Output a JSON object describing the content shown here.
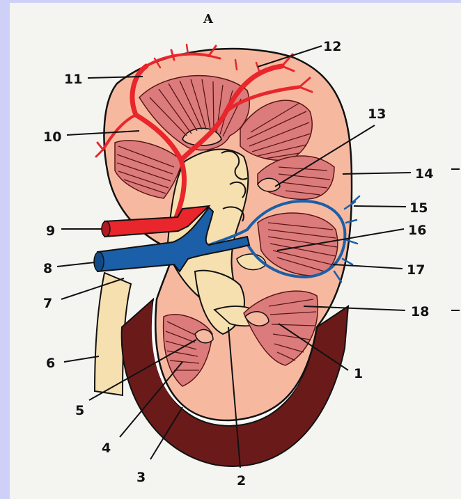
{
  "figure": {
    "title": "A",
    "labels": [
      "1",
      "2",
      "3",
      "4",
      "5",
      "6",
      "7",
      "8",
      "9",
      "10",
      "11",
      "12",
      "13",
      "14",
      "15",
      "16",
      "17",
      "18"
    ]
  },
  "colors": {
    "background": "#cfd0f7",
    "panel": "#f4f4f1",
    "cortex": "#f6b9a0",
    "medulla_pyramid": "#dc7b7b",
    "sinus_fat": "#f7e0b0",
    "capsule_dark": "#6b1a1a",
    "artery": "#e8262b",
    "vein": "#1a5fa8"
  }
}
